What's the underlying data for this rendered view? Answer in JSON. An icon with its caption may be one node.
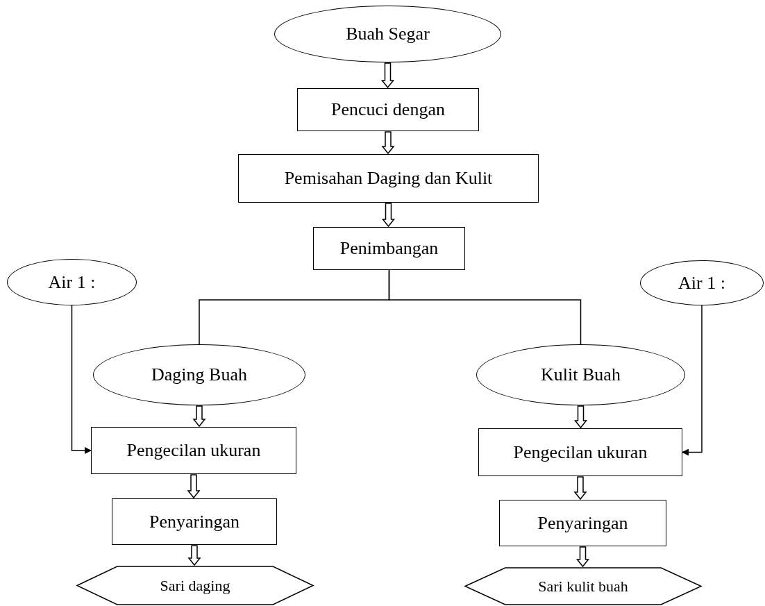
{
  "diagram": {
    "nodes": [
      {
        "text": [
          "Buah Segar"
        ]
      },
      {
        "text": [
          "Pencuci dengan"
        ]
      },
      {
        "text": [
          "Pemisahan Daging dan Kulit"
        ]
      },
      {
        "text": [
          "Penimbangan"
        ]
      },
      {
        "text": [
          "Air 1 :"
        ]
      },
      {
        "text": [
          "Air 1 :"
        ]
      },
      {
        "text": [
          "Daging Buah"
        ]
      },
      {
        "text": [
          "Kulit Buah"
        ]
      },
      {
        "text": [
          "Pengecilan ukuran"
        ]
      },
      {
        "text": [
          "Pengecilan ukuran"
        ]
      },
      {
        "text": [
          "Penyaringan"
        ]
      },
      {
        "text": [
          "Penyaringan"
        ]
      },
      {
        "text": [
          "Sari daging"
        ]
      },
      {
        "text": [
          "Sari kulit buah"
        ]
      }
    ],
    "edges": [
      {
        "from": 0,
        "to": 1,
        "arrow": "to"
      },
      {
        "from": 1,
        "to": 2,
        "arrow": "to"
      },
      {
        "from": 2,
        "to": 3,
        "arrow": "to"
      },
      {
        "from": 3,
        "to": 6,
        "arrow": "none"
      },
      {
        "from": 3,
        "to": 7,
        "arrow": "none"
      },
      {
        "from": 4,
        "to": 8,
        "arrow": "to"
      },
      {
        "from": 5,
        "to": 9,
        "arrow": "to"
      },
      {
        "from": 6,
        "to": 8,
        "arrow": "to"
      },
      {
        "from": 8,
        "to": 10,
        "arrow": "to"
      },
      {
        "from": 10,
        "to": 12,
        "arrow": "to"
      },
      {
        "from": 7,
        "to": 9,
        "arrow": "to"
      },
      {
        "from": 9,
        "to": 11,
        "arrow": "to"
      },
      {
        "from": 11,
        "to": 13,
        "arrow": "to"
      }
    ]
  }
}
